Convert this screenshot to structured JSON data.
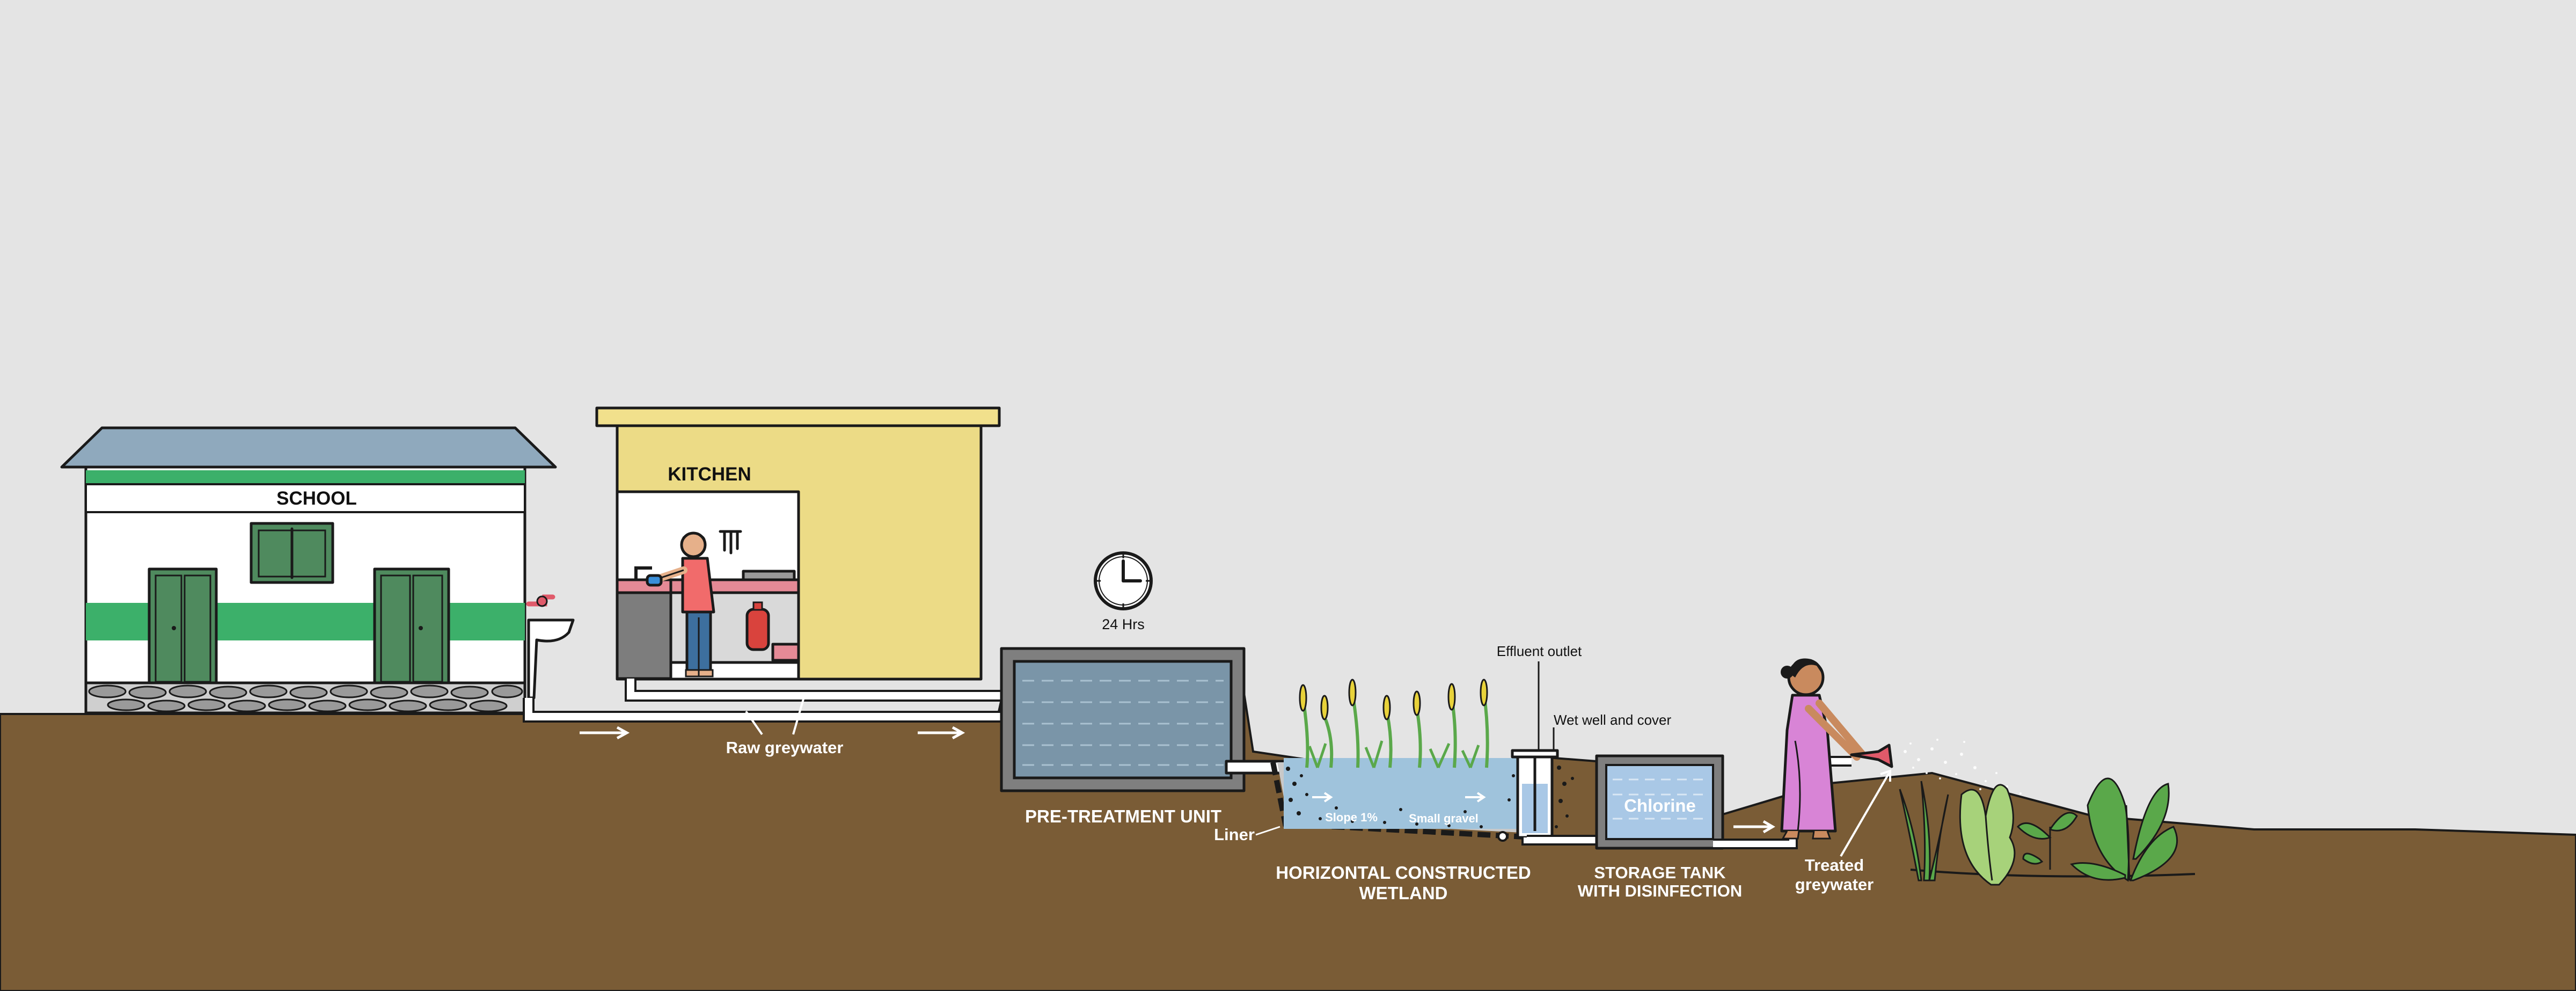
{
  "colors": {
    "sky": "#e4e4e4",
    "ground": "#7a5c36",
    "roof": "#8fa9bd",
    "school_stripe": "#3cb06a",
    "door": "#4f8a5e",
    "kitchen_wall": "#ecdb86",
    "kitchen_roof": "#f1e08c",
    "water": "#7a95a8",
    "wetland_water": "#9fc3dc",
    "tank_water": "#a9c8e6",
    "reed": "#5aa84a",
    "reed_tip": "#e8d23a",
    "dress": "#d884d6",
    "pipe": "#ffffff"
  },
  "labels": {
    "school": "SCHOOL",
    "kitchen": "KITCHEN",
    "timer": "24 Hrs",
    "raw_greywater": "Raw greywater",
    "pretreatment": "PRE-TREATMENT UNIT",
    "effluent_outlet": "Effluent outlet",
    "wet_well": "Wet well and cover",
    "slope": "Slope 1%",
    "small_gravel": "Small gravel",
    "liner": "Liner",
    "wetland_line1": "HORIZONTAL CONSTRUCTED",
    "wetland_line2": "WETLAND",
    "chlorine": "Chlorine",
    "storage_line1": "STORAGE TANK",
    "storage_line2": "WITH DISINFECTION",
    "treated_line1": "Treated",
    "treated_line2": "greywater"
  },
  "icons": [
    "clock-icon",
    "tap-icon",
    "gas-cylinder-icon",
    "flow-arrow-icon",
    "hose-nozzle-icon"
  ]
}
